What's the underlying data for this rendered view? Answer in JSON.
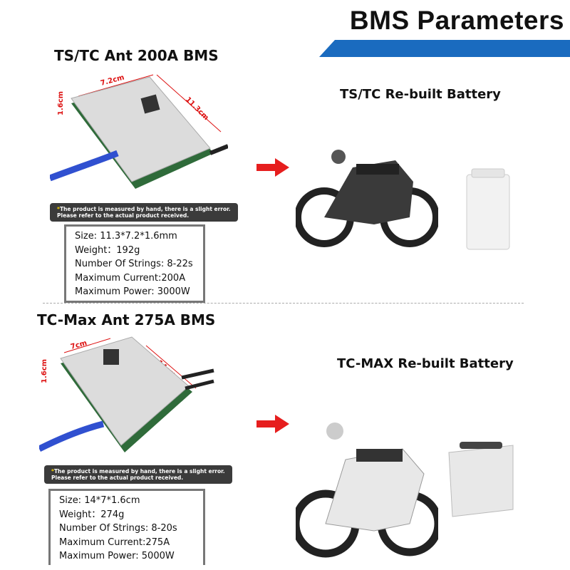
{
  "header": {
    "title": "BMS Parameters",
    "accent": "#1a6bbf"
  },
  "products": [
    {
      "name": "TS/TC Ant 200A  BMS",
      "dims": {
        "width": "7.2cm",
        "length": "11.3cm",
        "height": "1.6cm"
      },
      "note": {
        "line1": "The product is measured by hand, there is a slight error.",
        "line2": "Please refer to the actual product received."
      },
      "specs": [
        "Size: 11.3*7.2*1.6mm",
        "Weight：192g",
        "Number Of Strings: 8-22s",
        "Maximum Current:200A",
        "Maximum Power: 3000W"
      ],
      "battery_title": "TS/TC  Re-built Battery"
    },
    {
      "name": "TC-Max Ant 275A  BMS",
      "dims": {
        "width": "7cm",
        "length": "14cm",
        "height": "1.6cm"
      },
      "note": {
        "line1": "The product is measured by hand, there is a slight error.",
        "line2": "Please refer to the actual product received."
      },
      "specs": [
        "Size: 14*7*1.6cm",
        "Weight：274g",
        "Number Of Strings: 8-20s",
        "Maximum Current:275A",
        "Maximum Power: 5000W"
      ],
      "battery_title": "TC-MAX  Re-built Battery"
    }
  ],
  "icons": {
    "arrow": "red-right-arrow"
  }
}
